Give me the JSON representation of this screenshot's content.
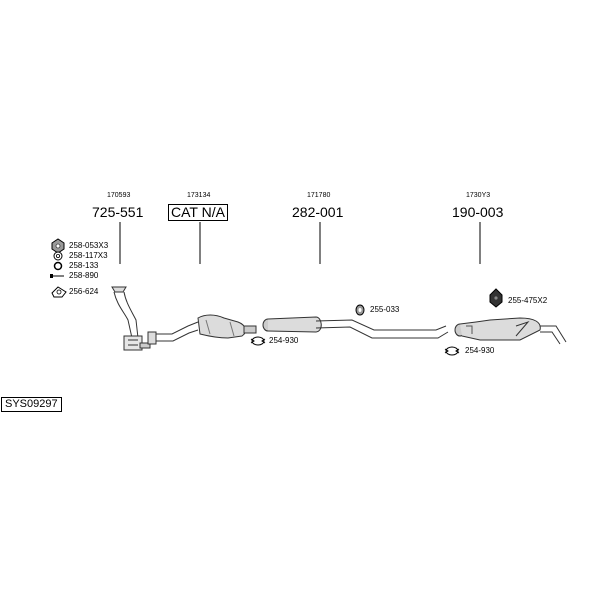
{
  "groups": [
    {
      "ref": "170593",
      "part": "725-551",
      "boxed": false
    },
    {
      "ref": "173134",
      "part": "CAT N/A",
      "boxed": true
    },
    {
      "ref": "171780",
      "part": "282-001",
      "boxed": false
    },
    {
      "ref": "1730Y3",
      "part": "190-003",
      "boxed": false
    }
  ],
  "fitting_labels": {
    "nut": "258-053X3",
    "washer": "258-117X3",
    "ring": "258-133",
    "bolt": "258-890",
    "gasket": "256-624",
    "clamp_front": "254-930",
    "hanger": "255-033",
    "clamp_rear": "254-930",
    "rubber_mount": "255-475X2"
  },
  "system_code": "SYS09297",
  "icons": [
    "nut-icon",
    "washer-icon",
    "ring-icon",
    "bolt-icon",
    "gasket-icon",
    "clamp-icon",
    "hanger-icon",
    "rubber-mount-icon"
  ]
}
